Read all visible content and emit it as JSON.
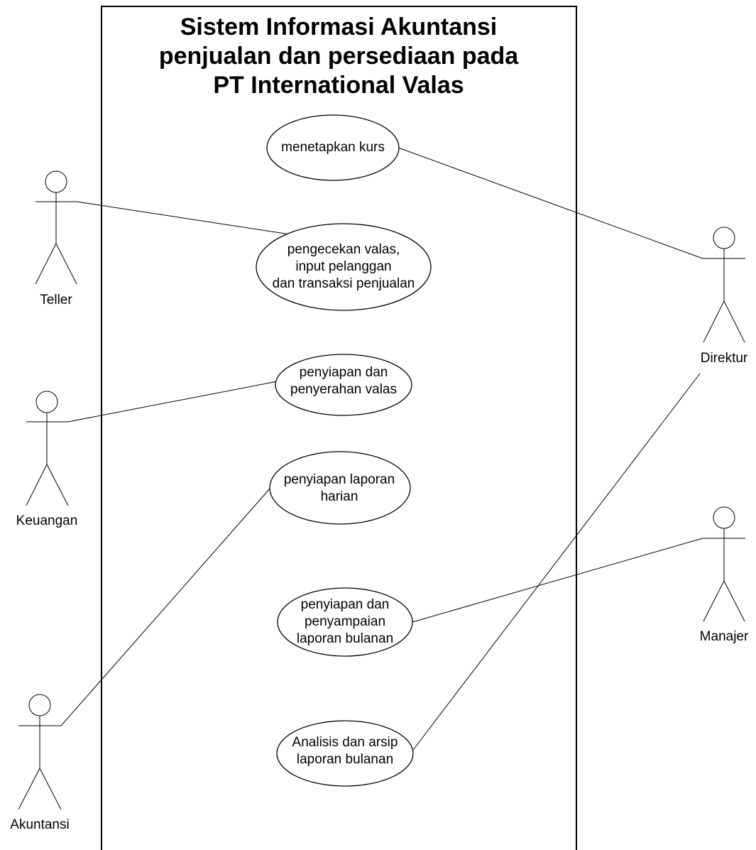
{
  "system": {
    "title_lines": [
      "Sistem Informasi Akuntansi",
      "penjualan dan persediaan pada",
      "PT International Valas"
    ]
  },
  "actors": {
    "teller": "Teller",
    "keuangan": "Keuangan",
    "akuntansi": "Akuntansi",
    "direktur": "Direktur",
    "manajer": "Manajer"
  },
  "use_cases": {
    "menetapkan_kurs": [
      "menetapkan kurs"
    ],
    "pengecekan": [
      "pengecekan valas,",
      "input pelanggan",
      "dan transaksi penjualan"
    ],
    "penyiapan_penyerahan": [
      "penyiapan dan",
      "penyerahan valas"
    ],
    "laporan_harian": [
      "penyiapan laporan",
      "harian"
    ],
    "laporan_bulanan": [
      "penyiapan dan",
      "penyampaian",
      "laporan bulanan"
    ],
    "analisis_arsip": [
      "Analisis dan arsip",
      "laporan bulanan"
    ]
  }
}
